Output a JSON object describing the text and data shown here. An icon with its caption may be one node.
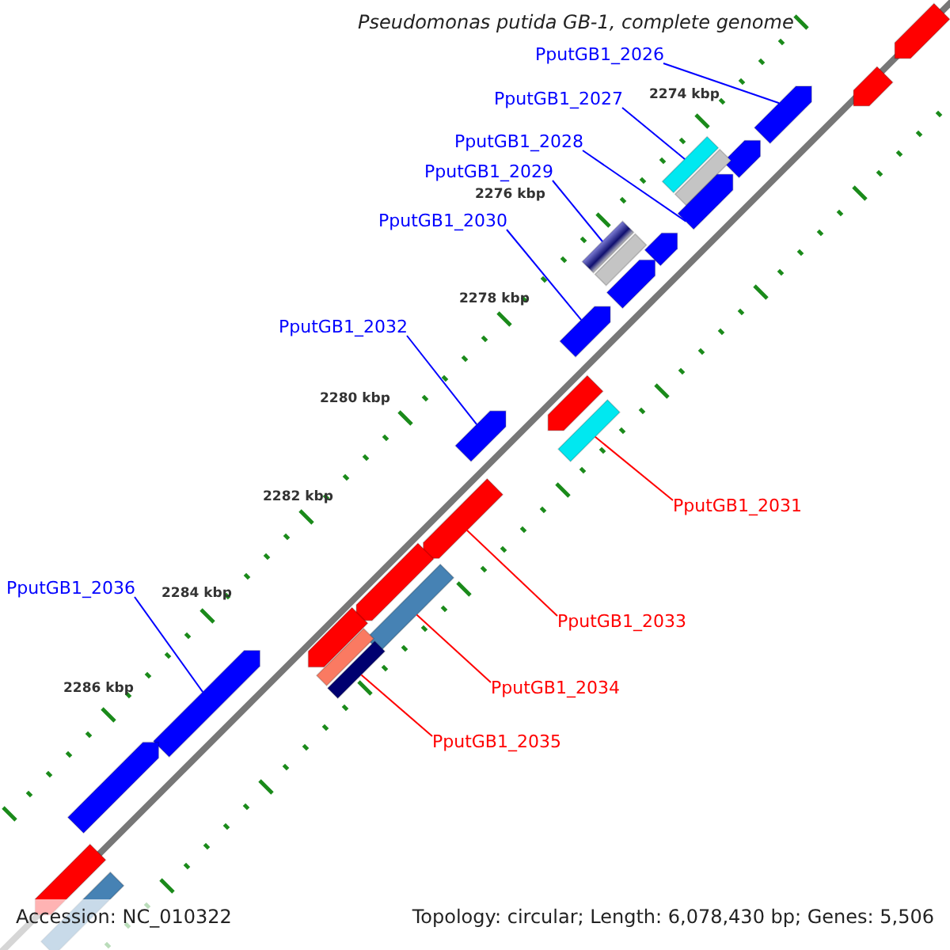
{
  "diagram": {
    "title": "Pseudomonas putida GB-1, complete genome",
    "nodes": [
      {
        "text": [
          "PputGB1_2026"
        ]
      },
      {
        "text": [
          "PputGB1_2027"
        ]
      },
      {
        "text": [
          "PputGB1_2028"
        ]
      },
      {
        "text": [
          "PputGB1_2029"
        ]
      },
      {
        "text": [
          "PputGB1_2030"
        ]
      },
      {
        "text": [
          "PputGB1_2032"
        ]
      },
      {
        "text": [
          "PputGB1_2031"
        ]
      },
      {
        "text": [
          "PputGB1_2036"
        ]
      },
      {
        "text": [
          "PputGB1_2033"
        ]
      },
      {
        "text": [
          "PputGB1_2034"
        ]
      },
      {
        "text": [
          "PputGB1_2035"
        ]
      },
      {
        "text": [],
        "shape": "pentagon"
      },
      {
        "text": [],
        "shape": "pentagon"
      },
      {
        "text": [],
        "shape": "pentagon"
      },
      {
        "text": [],
        "shape": "pentagon"
      },
      {
        "text": [],
        "shape": "bar"
      },
      {
        "text": [],
        "shape": "bar"
      },
      {
        "text": [],
        "shape": "pentagon"
      },
      {
        "text": [],
        "shape": "pentagon"
      },
      {
        "text": [],
        "shape": "bar"
      },
      {
        "text": [],
        "shape": "bar"
      },
      {
        "text": [],
        "shape": "pentagon"
      },
      {
        "text": [],
        "shape": "pentagon"
      },
      {
        "text": [],
        "shape": "pentagon"
      },
      {
        "text": [],
        "shape": "pentagon"
      },
      {
        "text": [],
        "shape": "bar"
      },
      {
        "text": [],
        "shape": "pentagon"
      },
      {
        "text": [],
        "shape": "pentagon"
      },
      {
        "text": [],
        "shape": "bar"
      },
      {
        "text": [],
        "shape": "pentagon"
      },
      {
        "text": [],
        "shape": "bar"
      },
      {
        "text": [],
        "shape": "bar"
      },
      {
        "text": [],
        "shape": "pentagon"
      },
      {
        "text": [],
        "shape": "pentagon"
      },
      {
        "text": [],
        "shape": "pentagon"
      },
      {
        "text": [],
        "shape": "bar"
      }
    ],
    "edges": [
      {
        "from": 0,
        "to": 13,
        "arrow": "none"
      },
      {
        "from": 1,
        "to": 15,
        "arrow": "none"
      },
      {
        "from": 2,
        "to": 17,
        "arrow": "none"
      },
      {
        "from": 3,
        "to": 19,
        "arrow": "none"
      },
      {
        "from": 4,
        "to": 22,
        "arrow": "none"
      },
      {
        "from": 5,
        "to": 24,
        "arrow": "none"
      },
      {
        "from": 6,
        "to": 25,
        "arrow": "none",
        "color": "#ff0000"
      },
      {
        "from": 7,
        "to": 32,
        "arrow": "none"
      },
      {
        "from": 8,
        "to": 26,
        "arrow": "none",
        "color": "#ff0000"
      },
      {
        "from": 9,
        "to": 28,
        "arrow": "none",
        "color": "#ff0000"
      },
      {
        "from": 10,
        "to": 31,
        "arrow": "none",
        "color": "#ff0000"
      }
    ],
    "labels": [
      "2274 kbp",
      "2276 kbp",
      "2278 kbp",
      "2280 kbp",
      "2282 kbp",
      "2284 kbp",
      "2286 kbp",
      "Accession: NC_010322",
      "Topology: circular; Length: 6,078,430 bp; Genes: 5,506"
    ]
  }
}
